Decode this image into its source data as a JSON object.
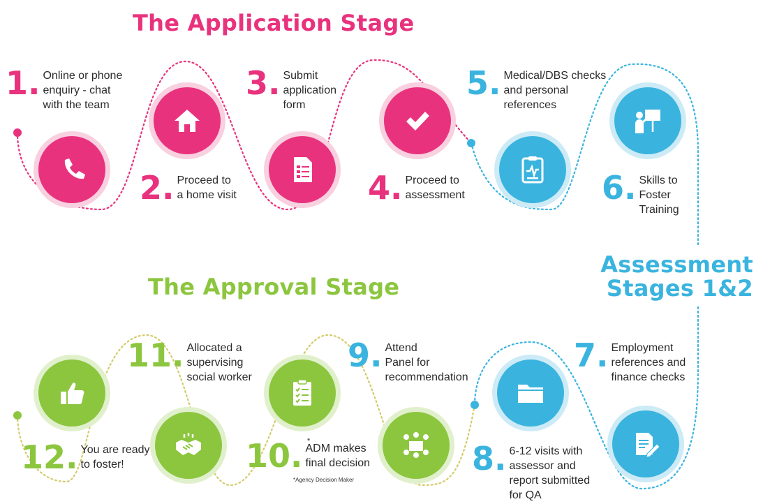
{
  "titles": {
    "application": "The Application Stage",
    "approval": "The Approval Stage",
    "assessment_line1": "Assessment",
    "assessment_line2": "Stages 1&2"
  },
  "steps": [
    {
      "num": "1.",
      "text": "Online or phone\nenquiry - chat\nwith the team",
      "icon": "phone-icon"
    },
    {
      "num": "2.",
      "text": "Proceed to\na home visit",
      "icon": "home-icon"
    },
    {
      "num": "3.",
      "text": "Submit\napplication\nform",
      "icon": "document-icon"
    },
    {
      "num": "4.",
      "text": "Proceed to\nassessment",
      "icon": "checkmark-icon"
    },
    {
      "num": "5.",
      "text": "Medical/DBS checks\nand personal\nreferences",
      "icon": "clipboard-heartbeat-icon"
    },
    {
      "num": "6.",
      "text": "Skills to\nFoster\nTraining",
      "icon": "presentation-icon"
    },
    {
      "num": "7.",
      "text": "Employment\nreferences and\nfinance checks",
      "icon": "document-pen-icon"
    },
    {
      "num": "8.",
      "text": "6-12 visits with\nassessor and\nreport submitted\nfor QA",
      "icon": "folder-icon"
    },
    {
      "num": "9.",
      "text": "Attend\nPanel for\nrecommendation",
      "icon": "panel-meeting-icon"
    },
    {
      "num": "10.",
      "text": "ADM makes\nfinal decision",
      "icon": "checklist-icon"
    },
    {
      "num": "11.",
      "text": "Allocated a\nsupervising\nsocial worker",
      "icon": "handshake-icon"
    },
    {
      "num": "12.",
      "text": "You are ready\nto foster!",
      "icon": "thumbs-up-icon"
    }
  ],
  "adm_asterisk": "*",
  "footnote": "*Agency Decision Maker",
  "colors": {
    "pink": "#e9327d",
    "blue": "#3ab4df",
    "green": "#8cc63f"
  }
}
